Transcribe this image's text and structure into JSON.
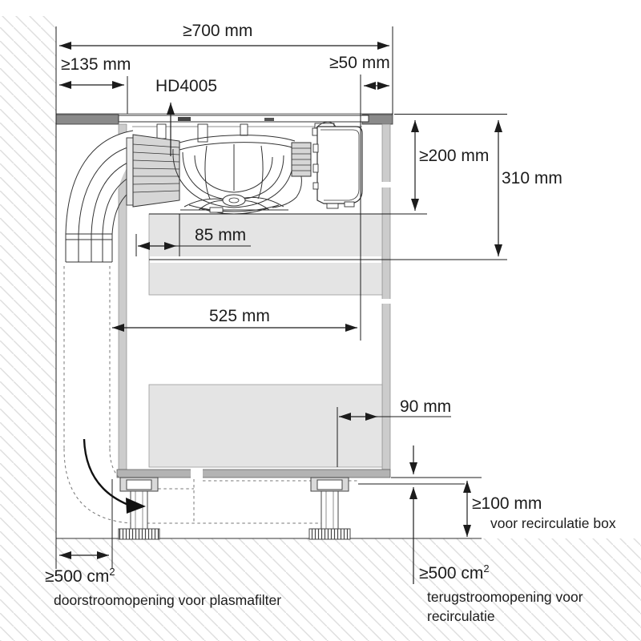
{
  "figure": {
    "model": "HD4005",
    "type": "installation-drawing-side-view"
  },
  "dimensions": {
    "top_width": "≥700 mm",
    "left_clearance": "≥135 mm",
    "right_clearance": "≥50 mm",
    "depth_clearance": "≥200 mm",
    "total_depth": "310 mm",
    "outlet_offset": "85 mm",
    "inner_width": "525 mm",
    "rear_gap": "90 mm",
    "plinth_clearance": "≥100 mm"
  },
  "notes": {
    "plinth_note": "voor recirculatie box",
    "left_opening_value": "≥500 cm",
    "left_opening_exponent": "2",
    "left_opening_caption": "doorstroomopening voor plasmafilter",
    "right_opening_value": "≥500 cm",
    "right_opening_exponent": "2",
    "right_opening_caption_line1": "terugstroomopening voor",
    "right_opening_caption_line2": "recirculatie"
  },
  "colors": {
    "line": "#1c1c1c",
    "worktop": "#8a8a8a",
    "cabinet_panel": "#cccccc",
    "bottom_panel": "#b3b3b3",
    "clearance_shading": "#e4e4e4",
    "hatch": "#dedede",
    "duct_fill": "#d6d6d6"
  }
}
